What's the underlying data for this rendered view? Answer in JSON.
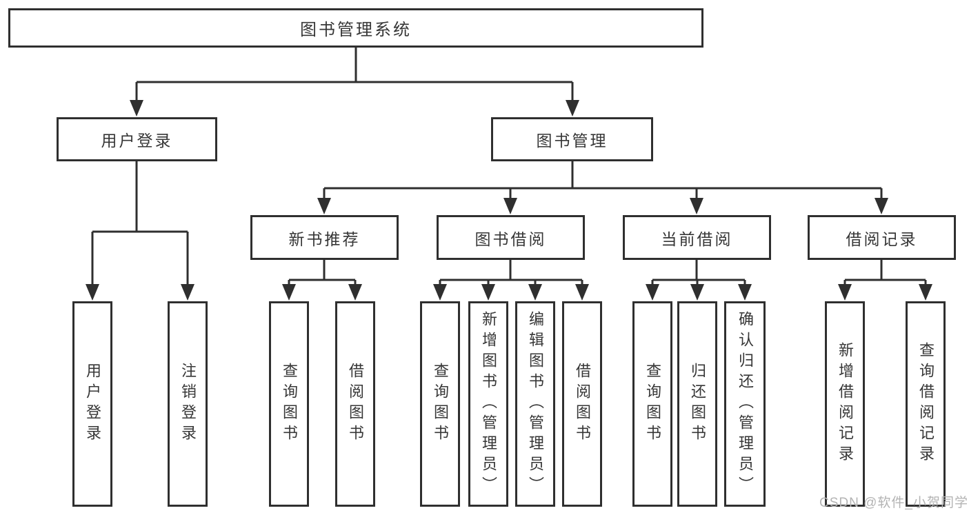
{
  "diagram": {
    "root": {
      "label": "图书管理系统"
    },
    "branches": [
      {
        "label": "用户登录",
        "children": [
          {
            "label": "用户登录"
          },
          {
            "label": "注销登录"
          }
        ]
      },
      {
        "label": "图书管理",
        "children": [
          {
            "label": "新书推荐",
            "children": [
              {
                "label": "查询图书"
              },
              {
                "label": "借阅图书"
              }
            ]
          },
          {
            "label": "图书借阅",
            "children": [
              {
                "label": "查询图书"
              },
              {
                "label": "新增图书（管理员）"
              },
              {
                "label": "编辑图书（管理员）"
              },
              {
                "label": "借阅图书"
              }
            ]
          },
          {
            "label": "当前借阅",
            "children": [
              {
                "label": "查询图书"
              },
              {
                "label": "归还图书"
              },
              {
                "label": "确认归还（管理员）"
              }
            ]
          },
          {
            "label": "借阅记录",
            "children": [
              {
                "label": "新增借阅记录"
              },
              {
                "label": "查询借阅记录"
              }
            ]
          }
        ]
      }
    ]
  },
  "watermark": {
    "text": "CSDN @软件_小贺同学"
  },
  "colors": {
    "line": "#2f2f2f",
    "text": "#363636",
    "watermark": "#b3b3b3",
    "background": "#ffffff"
  }
}
